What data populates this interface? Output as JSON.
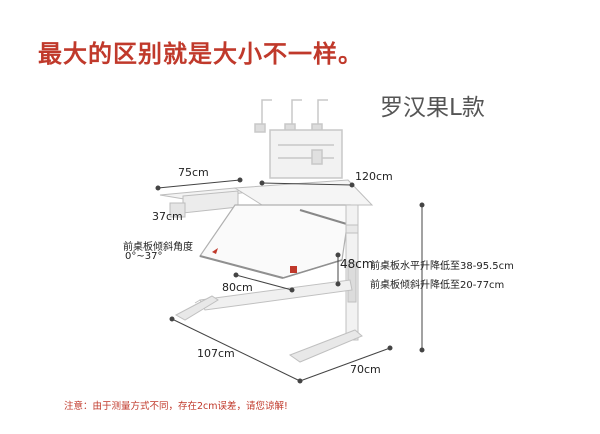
{
  "headline": "最大的区别就是大小不一样。",
  "model": "罗汉果L款",
  "dimensions": {
    "side_width": "75cm",
    "main_width": "120cm",
    "side_depth": "37cm",
    "tilt_title": "前桌板倾斜角度",
    "tilt_value": "0°~37°",
    "front_depth": "80cm",
    "height": "48cm",
    "base_width": "107cm",
    "base_depth": "70cm"
  },
  "specs": {
    "level_label": "前桌板水平升降:",
    "level_value": "低至38-95.5cm",
    "tilt_label": "前桌板倾斜升降:",
    "tilt_value": "低至20-77cm"
  },
  "note": "注意：由于测量方式不同，存在2cm误差，请您谅解!"
}
